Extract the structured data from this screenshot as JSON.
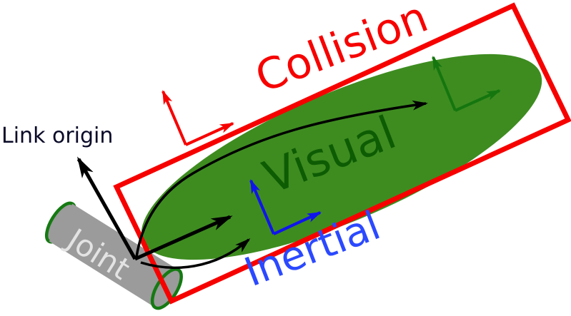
{
  "diagram": {
    "title": "Link elements diagram (joint, link origin, collision, visual, inertial)",
    "background": "#ffffff"
  },
  "labels": {
    "collision": {
      "text": "Collision",
      "color": "#f70000"
    },
    "visual": {
      "text": "Visual",
      "color": "#0d5c04"
    },
    "inertial": {
      "text": "Inertial",
      "color": "#2b49ff"
    },
    "joint": {
      "text": "Joint",
      "color": "#e3e3e3"
    },
    "link_origin": {
      "text": "Link origin",
      "color": "#0a0a28"
    }
  },
  "shapes": {
    "collision_box": {
      "kind": "rotated-rectangle-outline",
      "color": "#f70000"
    },
    "visual_ellipse": {
      "kind": "filled-ellipse",
      "color": "#3e8c20"
    },
    "joint_cylinder": {
      "kind": "cylinder",
      "body_color": "#9b9b9b",
      "rim_color": "#157a12"
    }
  },
  "frames": [
    {
      "name": "collision-frame",
      "color": "#f70000"
    },
    {
      "name": "inertial-frame",
      "color": "#0f14ee"
    },
    {
      "name": "visual-frame",
      "color": "#15760f"
    },
    {
      "name": "link-origin-frame",
      "color": "#000000"
    }
  ],
  "arrows": [
    {
      "name": "origin-to-visual-frame",
      "style": "curved",
      "color": "#000000"
    },
    {
      "name": "origin-to-inertial-frame",
      "style": "curved",
      "color": "#000000"
    },
    {
      "name": "link-origin-axis-up",
      "style": "straight-thick",
      "color": "#000000"
    },
    {
      "name": "link-origin-axis-right",
      "style": "straight-thick",
      "color": "#000000"
    }
  ]
}
